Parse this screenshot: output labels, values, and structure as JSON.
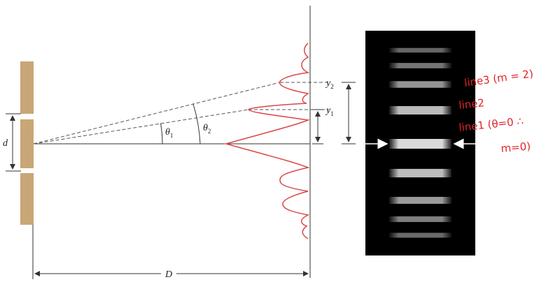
{
  "labels": {
    "d": "d",
    "D": "D",
    "y": "y",
    "y1_sub": "1",
    "y2_sub": "2",
    "theta": "θ",
    "theta1_sub": "1",
    "theta2_sub": "2"
  },
  "annotations": [
    "line3 (m = 2)",
    "line2",
    "line1 (θ=0 ∴",
    "m=0)"
  ],
  "colors": {
    "slit": "#c8a676",
    "curve": "#d9484a",
    "line": "#333333",
    "dashed": "#555555",
    "annotation": "#e0242a",
    "screen_bg": "#000000",
    "fringe": "#ffffff"
  },
  "fringes": [
    {
      "rel": 0.18
    },
    {
      "rel": 0.3
    },
    {
      "rel": 0.5
    },
    {
      "rel": 0.78
    },
    {
      "rel": 1.0
    },
    {
      "rel": 0.8
    },
    {
      "rel": 0.55
    },
    {
      "rel": 0.35
    },
    {
      "rel": 0.22
    }
  ]
}
